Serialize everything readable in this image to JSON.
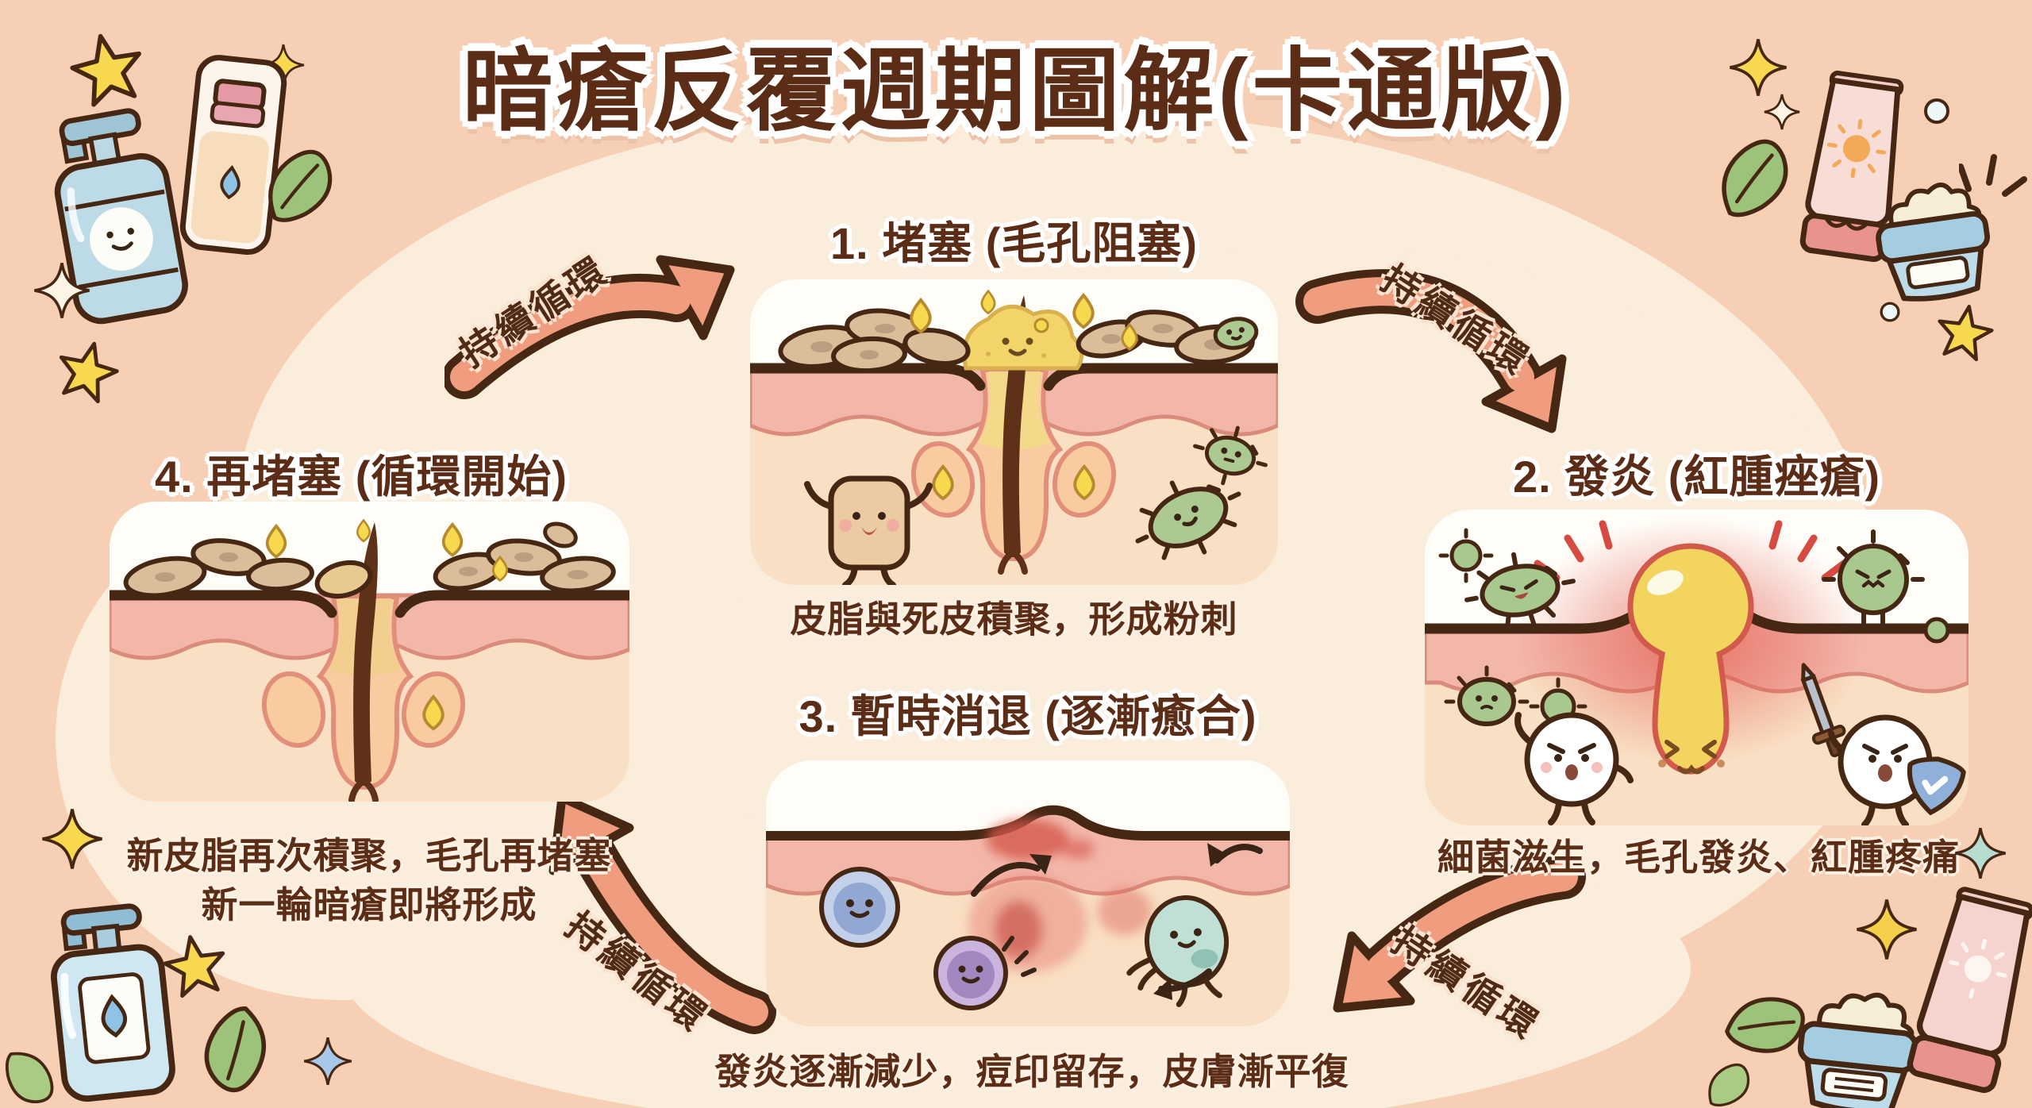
{
  "title": "暗瘡反覆週期圖解(卡通版)",
  "cycle_label": "持續循環",
  "stages": [
    {
      "label": "1. 堵塞 (毛孔阻塞)",
      "description": "皮脂與死皮積聚，形成粉刺"
    },
    {
      "label": "2. 發炎 (紅腫痤瘡)",
      "description": "細菌滋生，毛孔發炎、紅腫疼痛"
    },
    {
      "label": "3. 暫時消退 (逐漸癒合)",
      "description": "發炎逐漸減少，痘印留存，皮膚漸平復"
    },
    {
      "label": "4. 再堵塞 (循環開始)",
      "description": "新皮脂再次積聚，毛孔再堵塞",
      "description2": "新一輪暗瘡即將形成"
    }
  ],
  "colors": {
    "background": "#f6cfb4",
    "blob": "#faeddc",
    "text_brown": "#5b2d17",
    "arrow_fill": "#ef9d7e",
    "arrow_outline": "#462713",
    "panel_bg": "#fffdf8",
    "epidermis_pink": "#f3b7aa",
    "dermis_peach": "#f9dfc4",
    "sebum_yellow": "#f3d469",
    "bacteria_green": "#adc992",
    "inflamed_red": "#e0453a"
  }
}
